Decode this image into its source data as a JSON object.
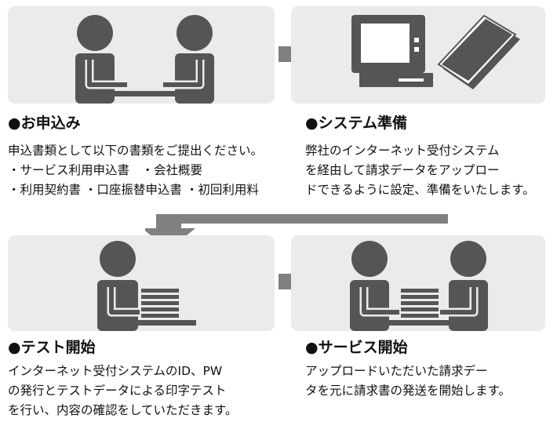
{
  "steps": [
    {
      "title": "●お申込み",
      "lines": [
        "申込書類として以下の書類をご提出ください。",
        "・サービス利用申込書　・会社概要",
        "・利用契約書 ・口座振替申込書 ・初回利用料"
      ]
    },
    {
      "title": "●システム準備",
      "lines": [
        "弊社のインターネット受付システム",
        "を経由して請求データをアップロー",
        "ドできるように設定、準備をいたします。"
      ]
    },
    {
      "title": "●テスト開始",
      "lines": [
        "インターネット受付システムのID、PW",
        "の発行とテストデータによる印字テスト",
        "を行い、内容の確認をしていただきます。"
      ]
    },
    {
      "title": "●サービス開始",
      "lines": [
        "アップロードいただいた請求デー",
        "タを元に請求書の発送を開始します。"
      ]
    }
  ],
  "colors": {
    "panel": "#ebebeb",
    "figure": "#555555",
    "arrow": "#808080",
    "text": "#111111"
  }
}
